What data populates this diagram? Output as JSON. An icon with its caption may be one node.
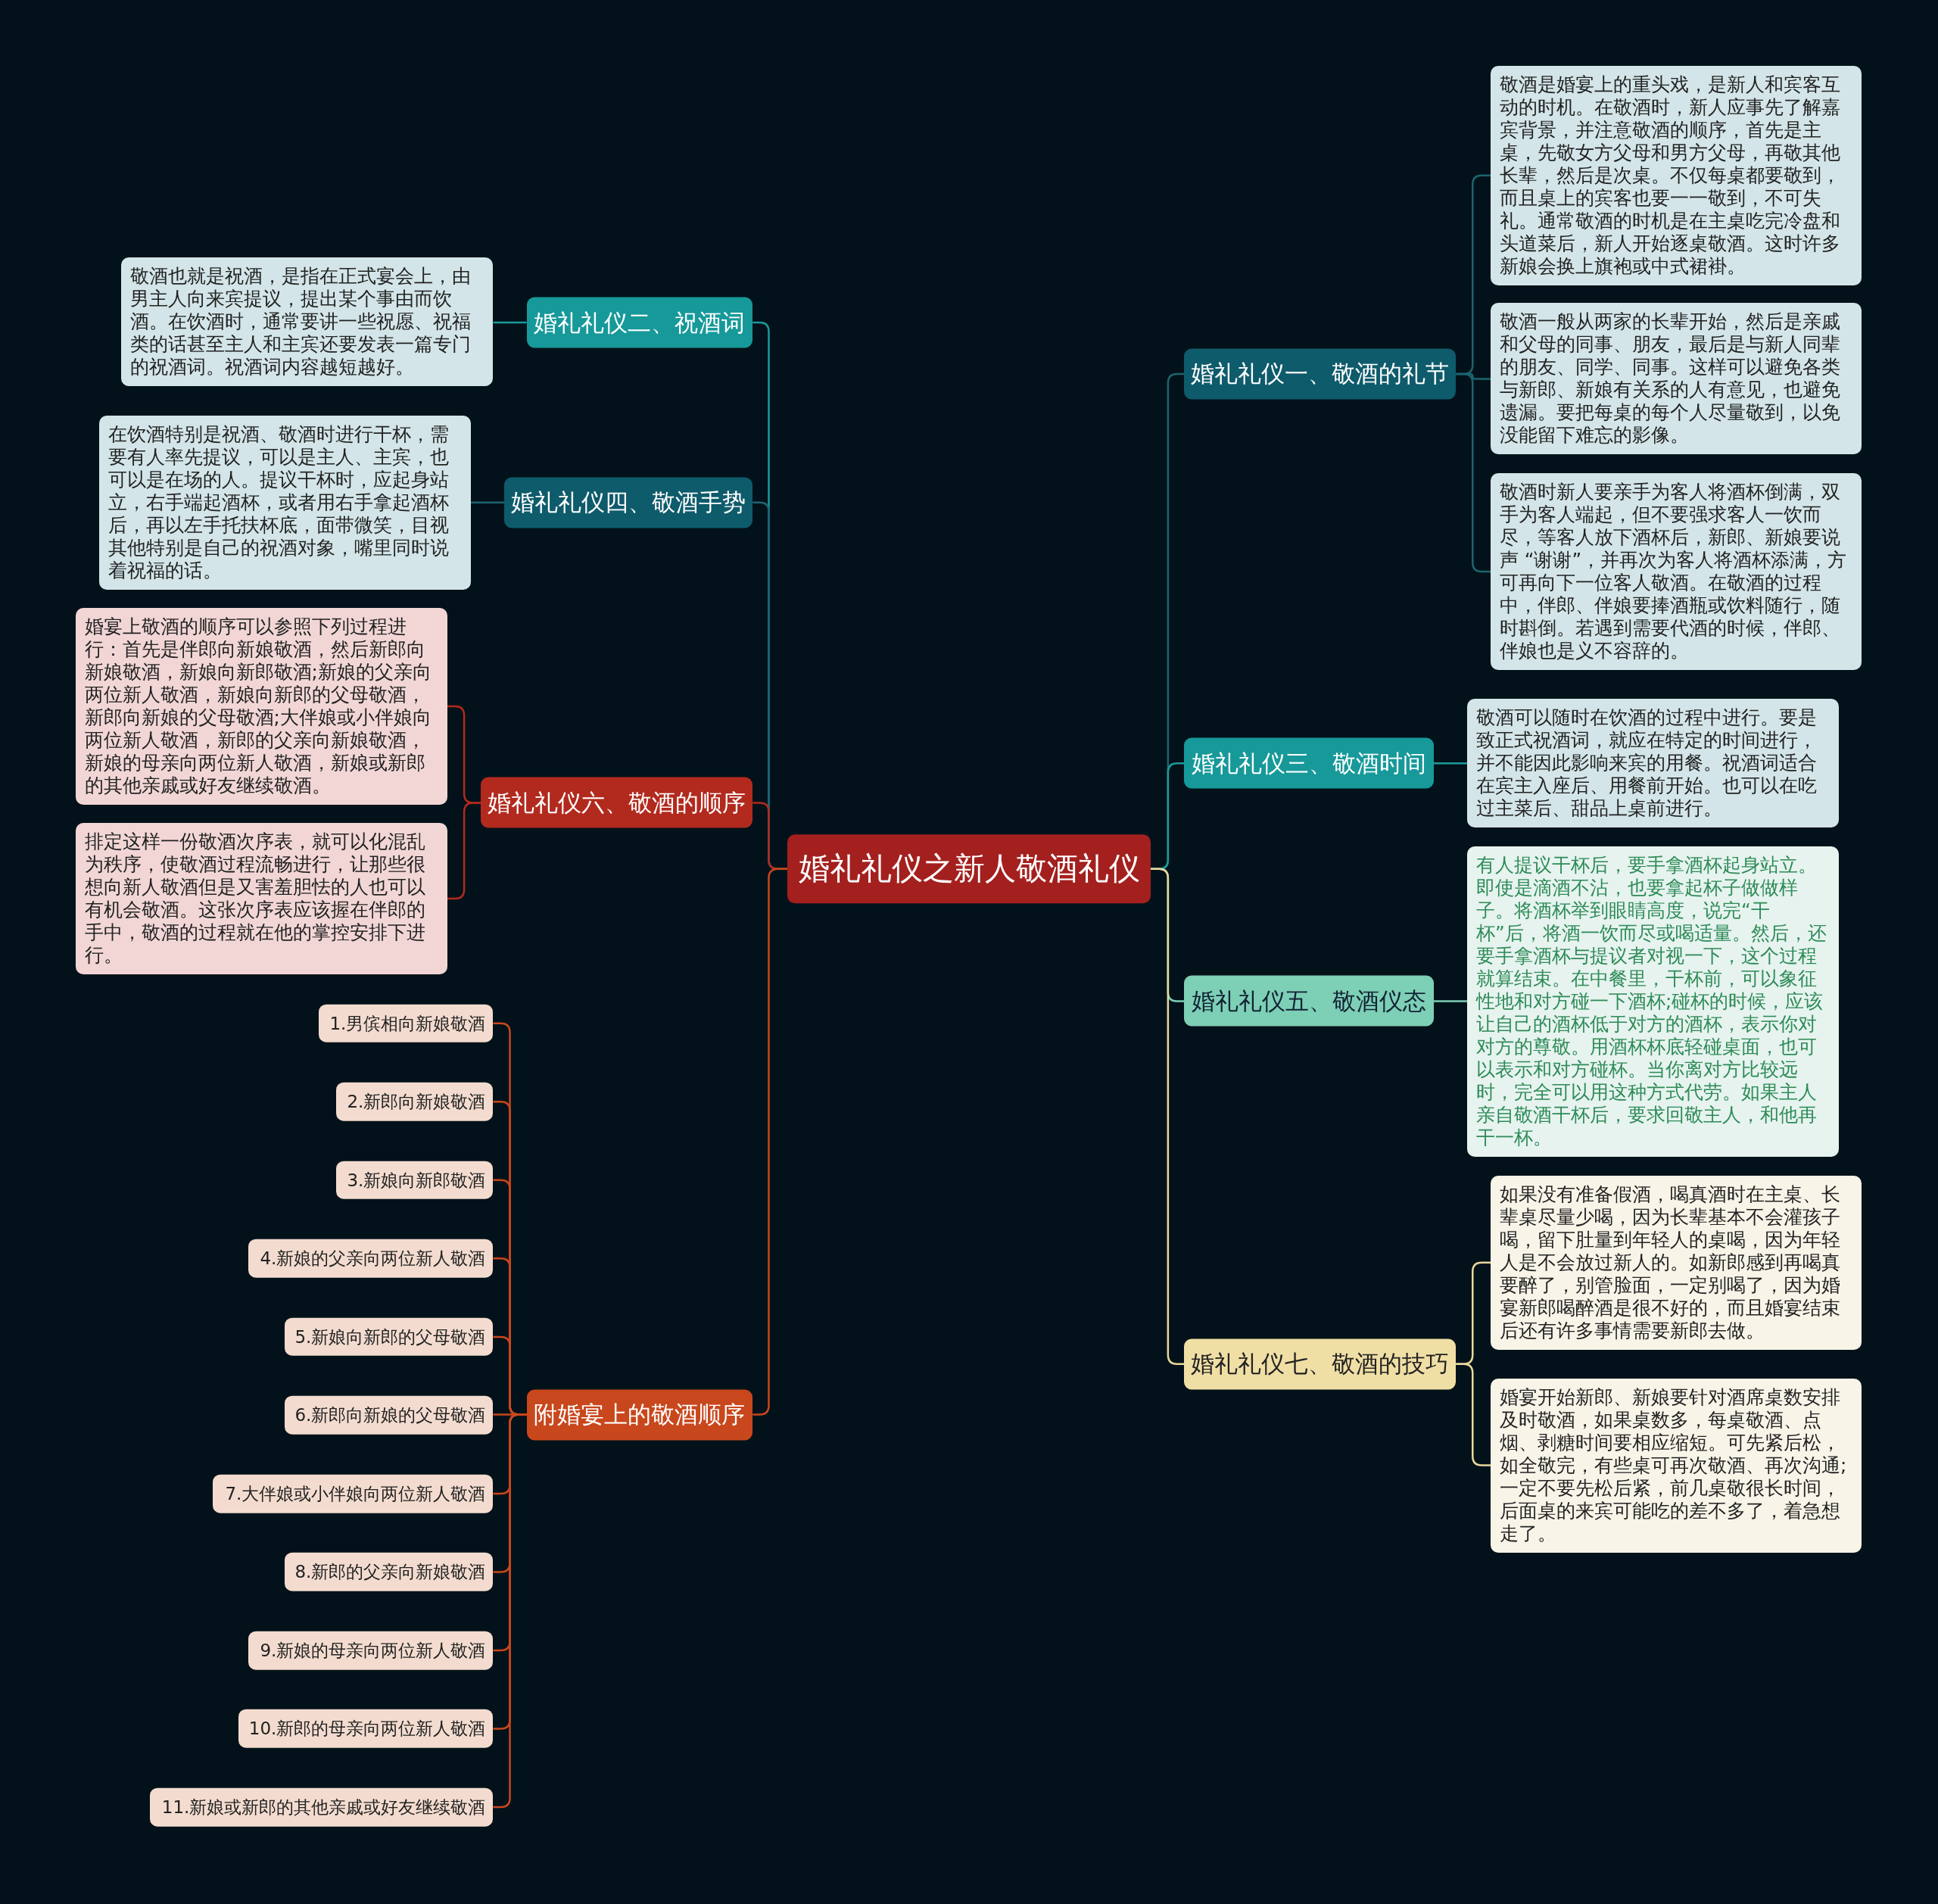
{
  "diagram": {
    "nodes": [
      {
        "text": [
          "婚礼礼仪之新人敬酒礼仪"
        ]
      },
      {
        "text": [
          "婚礼礼仪一、敬酒的礼节"
        ]
      },
      {
        "text": [
          "敬酒是婚宴上的重头戏，是新人和宾客互动的时机。在敬酒时，新人应事先了解嘉宾背景，并注意敬酒的顺序，首先是主桌，先敬女方父母和男方父母，再敬其他长辈，然后是次桌。不仅每桌都要敬到，而且桌上的宾客也要一一敬到，不可失礼。通常敬酒的时机是在主桌吃完冷盘和头道菜后，新人开始逐桌敬酒。这时许多新娘会换上旗袍或中式裙褂。"
        ]
      },
      {
        "text": [
          "敬酒一般从两家的长辈开始，然后是亲戚和父母的同事、朋友，最后是与新人同辈的朋友、同学、同事。这样可以避免各类与新郎、新娘有关系的人有意见，也避免遗漏。要把每桌的每个人尽量敬到，以免没能留下难忘的影像。"
        ]
      },
      {
        "text": [
          "敬酒时新人要亲手为客人将酒杯倒满，双手为客人端起，但不要强求客人一饮而尽，等客人放下酒杯后，新郎、新娘要说声 “谢谢”，并再次为客人将酒杯添满，方可再向下一位客人敬酒。在敬酒的过程中，伴郎、伴娘要捧酒瓶或饮料随行，随时斟倒。若遇到需要代酒的时候，伴郎、伴娘也是义不容辞的。"
        ]
      },
      {
        "text": [
          "婚礼礼仪三、敬酒时间"
        ]
      },
      {
        "text": [
          "敬酒可以随时在饮酒的过程中进行。要是致正式祝酒词，就应在特定的时间进行，并不能因此影响来宾的用餐。祝酒词适合在宾主入座后、用餐前开始。也可以在吃过主菜后、甜品上桌前进行。"
        ]
      },
      {
        "text": [
          "婚礼礼仪五、敬酒仪态"
        ]
      },
      {
        "text": [
          "有人提议干杯后，要手拿酒杯起身站立。即使是滴酒不沾，也要拿起杯子做做样子。将酒杯举到眼睛高度，说完“干杯”后，将酒一饮而尽或喝适量。然后，还要手拿酒杯与提议者对视一下，这个过程就算结束。在中餐里，干杯前，可以象征性地和对方碰一下酒杯;碰杯的时候，应该让自己的酒杯低于对方的酒杯，表示你对对方的尊敬。用酒杯杯底轻碰桌面，也可以表示和对方碰杯。当你离对方比较远时，完全可以用这种方式代劳。如果主人亲自敬酒干杯后，要求回敬主人，和他再干一杯。"
        ]
      },
      {
        "text": [
          "婚礼礼仪七、敬酒的技巧"
        ]
      },
      {
        "text": [
          "如果没有准备假酒，喝真酒时在主桌、长辈桌尽量少喝，因为长辈基本不会灌孩子喝，留下肚量到年轻人的桌喝，因为年轻人是不会放过新人的。如新郎感到再喝真要醉了，别管脸面，一定别喝了，因为婚宴新郎喝醉酒是很不好的，而且婚宴结束后还有许多事情需要新郎去做。"
        ]
      },
      {
        "text": [
          "婚宴开始新郎、新娘要针对酒席桌数安排及时敬酒，如果桌数多，每桌敬酒、点烟、剥糖时间要相应缩短。可先紧后松，如全敬完，有些桌可再次敬酒、再次沟通;一定不要先松后紧，前几桌敬很长时间，后面桌的来宾可能吃的差不多了，着急想走了。"
        ]
      },
      {
        "text": [
          "婚礼礼仪二、祝酒词"
        ]
      },
      {
        "text": [
          "敬酒也就是祝酒，是指在正式宴会上，由男主人向来宾提议，提出某个事由而饮酒。在饮酒时，通常要讲一些祝愿、祝福类的话甚至主人和主宾还要发表一篇专门的祝酒词。祝酒词内容越短越好。"
        ]
      },
      {
        "text": [
          "婚礼礼仪四、敬酒手势"
        ]
      },
      {
        "text": [
          "在饮酒特别是祝酒、敬酒时进行干杯，需要有人率先提议，可以是主人、主宾，也可以是在场的人。提议干杯时，应起身站立，右手端起酒杯，或者用右手拿起酒杯后，再以左手托扶杯底，面带微笑，目视其他特别是自己的祝酒对象，嘴里同时说着祝福的话。"
        ]
      },
      {
        "text": [
          "婚礼礼仪六、敬酒的顺序"
        ]
      },
      {
        "text": [
          "婚宴上敬酒的顺序可以参照下列过程进行：首先是伴郎向新娘敬酒，然后新郎向新娘敬酒，新娘向新郎敬酒;新娘的父亲向两位新人敬酒，新娘向新郎的父母敬酒，新郎向新娘的父母敬酒;大伴娘或小伴娘向两位新人敬酒，新郎的父亲向新娘敬酒，新娘的母亲向两位新人敬酒，新娘或新郎的其他亲戚或好友继续敬酒。"
        ]
      },
      {
        "text": [
          "排定这样一份敬酒次序表，就可以化混乱为秩序，使敬酒过程流畅进行，让那些很想向新人敬酒但是又害羞胆怯的人也可以有机会敬酒。这张次序表应该握在伴郎的手中，敬酒的过程就在他的掌控安排下进行。"
        ]
      },
      {
        "text": [
          "附婚宴上的敬酒顺序"
        ]
      },
      {
        "text": [
          "1.男傧相向新娘敬酒"
        ]
      },
      {
        "text": [
          "2.新郎向新娘敬酒"
        ]
      },
      {
        "text": [
          "3.新娘向新郎敬酒"
        ]
      },
      {
        "text": [
          "4.新娘的父亲向两位新人敬酒"
        ]
      },
      {
        "text": [
          "5.新娘向新郎的父母敬酒"
        ]
      },
      {
        "text": [
          "6.新郎向新娘的父母敬酒"
        ]
      },
      {
        "text": [
          "7.大伴娘或小伴娘向两位新人敬酒"
        ]
      },
      {
        "text": [
          "8.新郎的父亲向新娘敬酒"
        ]
      },
      {
        "text": [
          "9.新娘的母亲向两位新人敬酒"
        ]
      },
      {
        "text": [
          "10.新郎的母亲向两位新人敬酒"
        ]
      },
      {
        "text": [
          "11.新娘或新郎的其他亲戚或好友继续敬酒"
        ]
      }
    ],
    "edges": [
      {
        "from": 0,
        "to": 1,
        "arrow": "none",
        "color": "#1d6470"
      },
      {
        "from": 1,
        "to": 2,
        "arrow": "none",
        "color": "#1d6470"
      },
      {
        "from": 1,
        "to": 3,
        "arrow": "none",
        "color": "#1d6470"
      },
      {
        "from": 1,
        "to": 4,
        "arrow": "none",
        "color": "#1d6470"
      },
      {
        "from": 0,
        "to": 5,
        "arrow": "none",
        "color": "#1a9a9a"
      },
      {
        "from": 5,
        "to": 6,
        "arrow": "none",
        "color": "#1a9a9a"
      },
      {
        "from": 0,
        "to": 7,
        "arrow": "none",
        "color": "#7dcfb6"
      },
      {
        "from": 7,
        "to": 8,
        "arrow": "none",
        "color": "#7dcfb6"
      },
      {
        "from": 0,
        "to": 9,
        "arrow": "none",
        "color": "#e8d89a"
      },
      {
        "from": 9,
        "to": 10,
        "arrow": "none",
        "color": "#e8d89a"
      },
      {
        "from": 9,
        "to": 11,
        "arrow": "none",
        "color": "#e8d89a"
      },
      {
        "from": 0,
        "to": 12,
        "arrow": "none",
        "color": "#1a9a9a"
      },
      {
        "from": 12,
        "to": 13,
        "arrow": "none",
        "color": "#1a9a9a"
      },
      {
        "from": 0,
        "to": 14,
        "arrow": "none",
        "color": "#1d6470"
      },
      {
        "from": 14,
        "to": 15,
        "arrow": "none",
        "color": "#1d6470"
      },
      {
        "from": 0,
        "to": 16,
        "arrow": "none",
        "color": "#b22a1e"
      },
      {
        "from": 16,
        "to": 17,
        "arrow": "none",
        "color": "#b22a1e"
      },
      {
        "from": 16,
        "to": 18,
        "arrow": "none",
        "color": "#b22a1e"
      },
      {
        "from": 0,
        "to": 19,
        "arrow": "none",
        "color": "#c9471c"
      },
      {
        "from": 19,
        "to": 20,
        "arrow": "none",
        "color": "#c9471c"
      },
      {
        "from": 19,
        "to": 21,
        "arrow": "none",
        "color": "#c9471c"
      },
      {
        "from": 19,
        "to": 22,
        "arrow": "none",
        "color": "#c9471c"
      },
      {
        "from": 19,
        "to": 23,
        "arrow": "none",
        "color": "#c9471c"
      },
      {
        "from": 19,
        "to": 24,
        "arrow": "none",
        "color": "#c9471c"
      },
      {
        "from": 19,
        "to": 25,
        "arrow": "none",
        "color": "#c9471c"
      },
      {
        "from": 19,
        "to": 26,
        "arrow": "none",
        "color": "#c9471c"
      },
      {
        "from": 19,
        "to": 27,
        "arrow": "none",
        "color": "#c9471c"
      },
      {
        "from": 19,
        "to": 28,
        "arrow": "none",
        "color": "#c9471c"
      },
      {
        "from": 19,
        "to": 29,
        "arrow": "none",
        "color": "#c9471c"
      },
      {
        "from": 19,
        "to": 30,
        "arrow": "none",
        "color": "#c9471c"
      }
    ]
  }
}
